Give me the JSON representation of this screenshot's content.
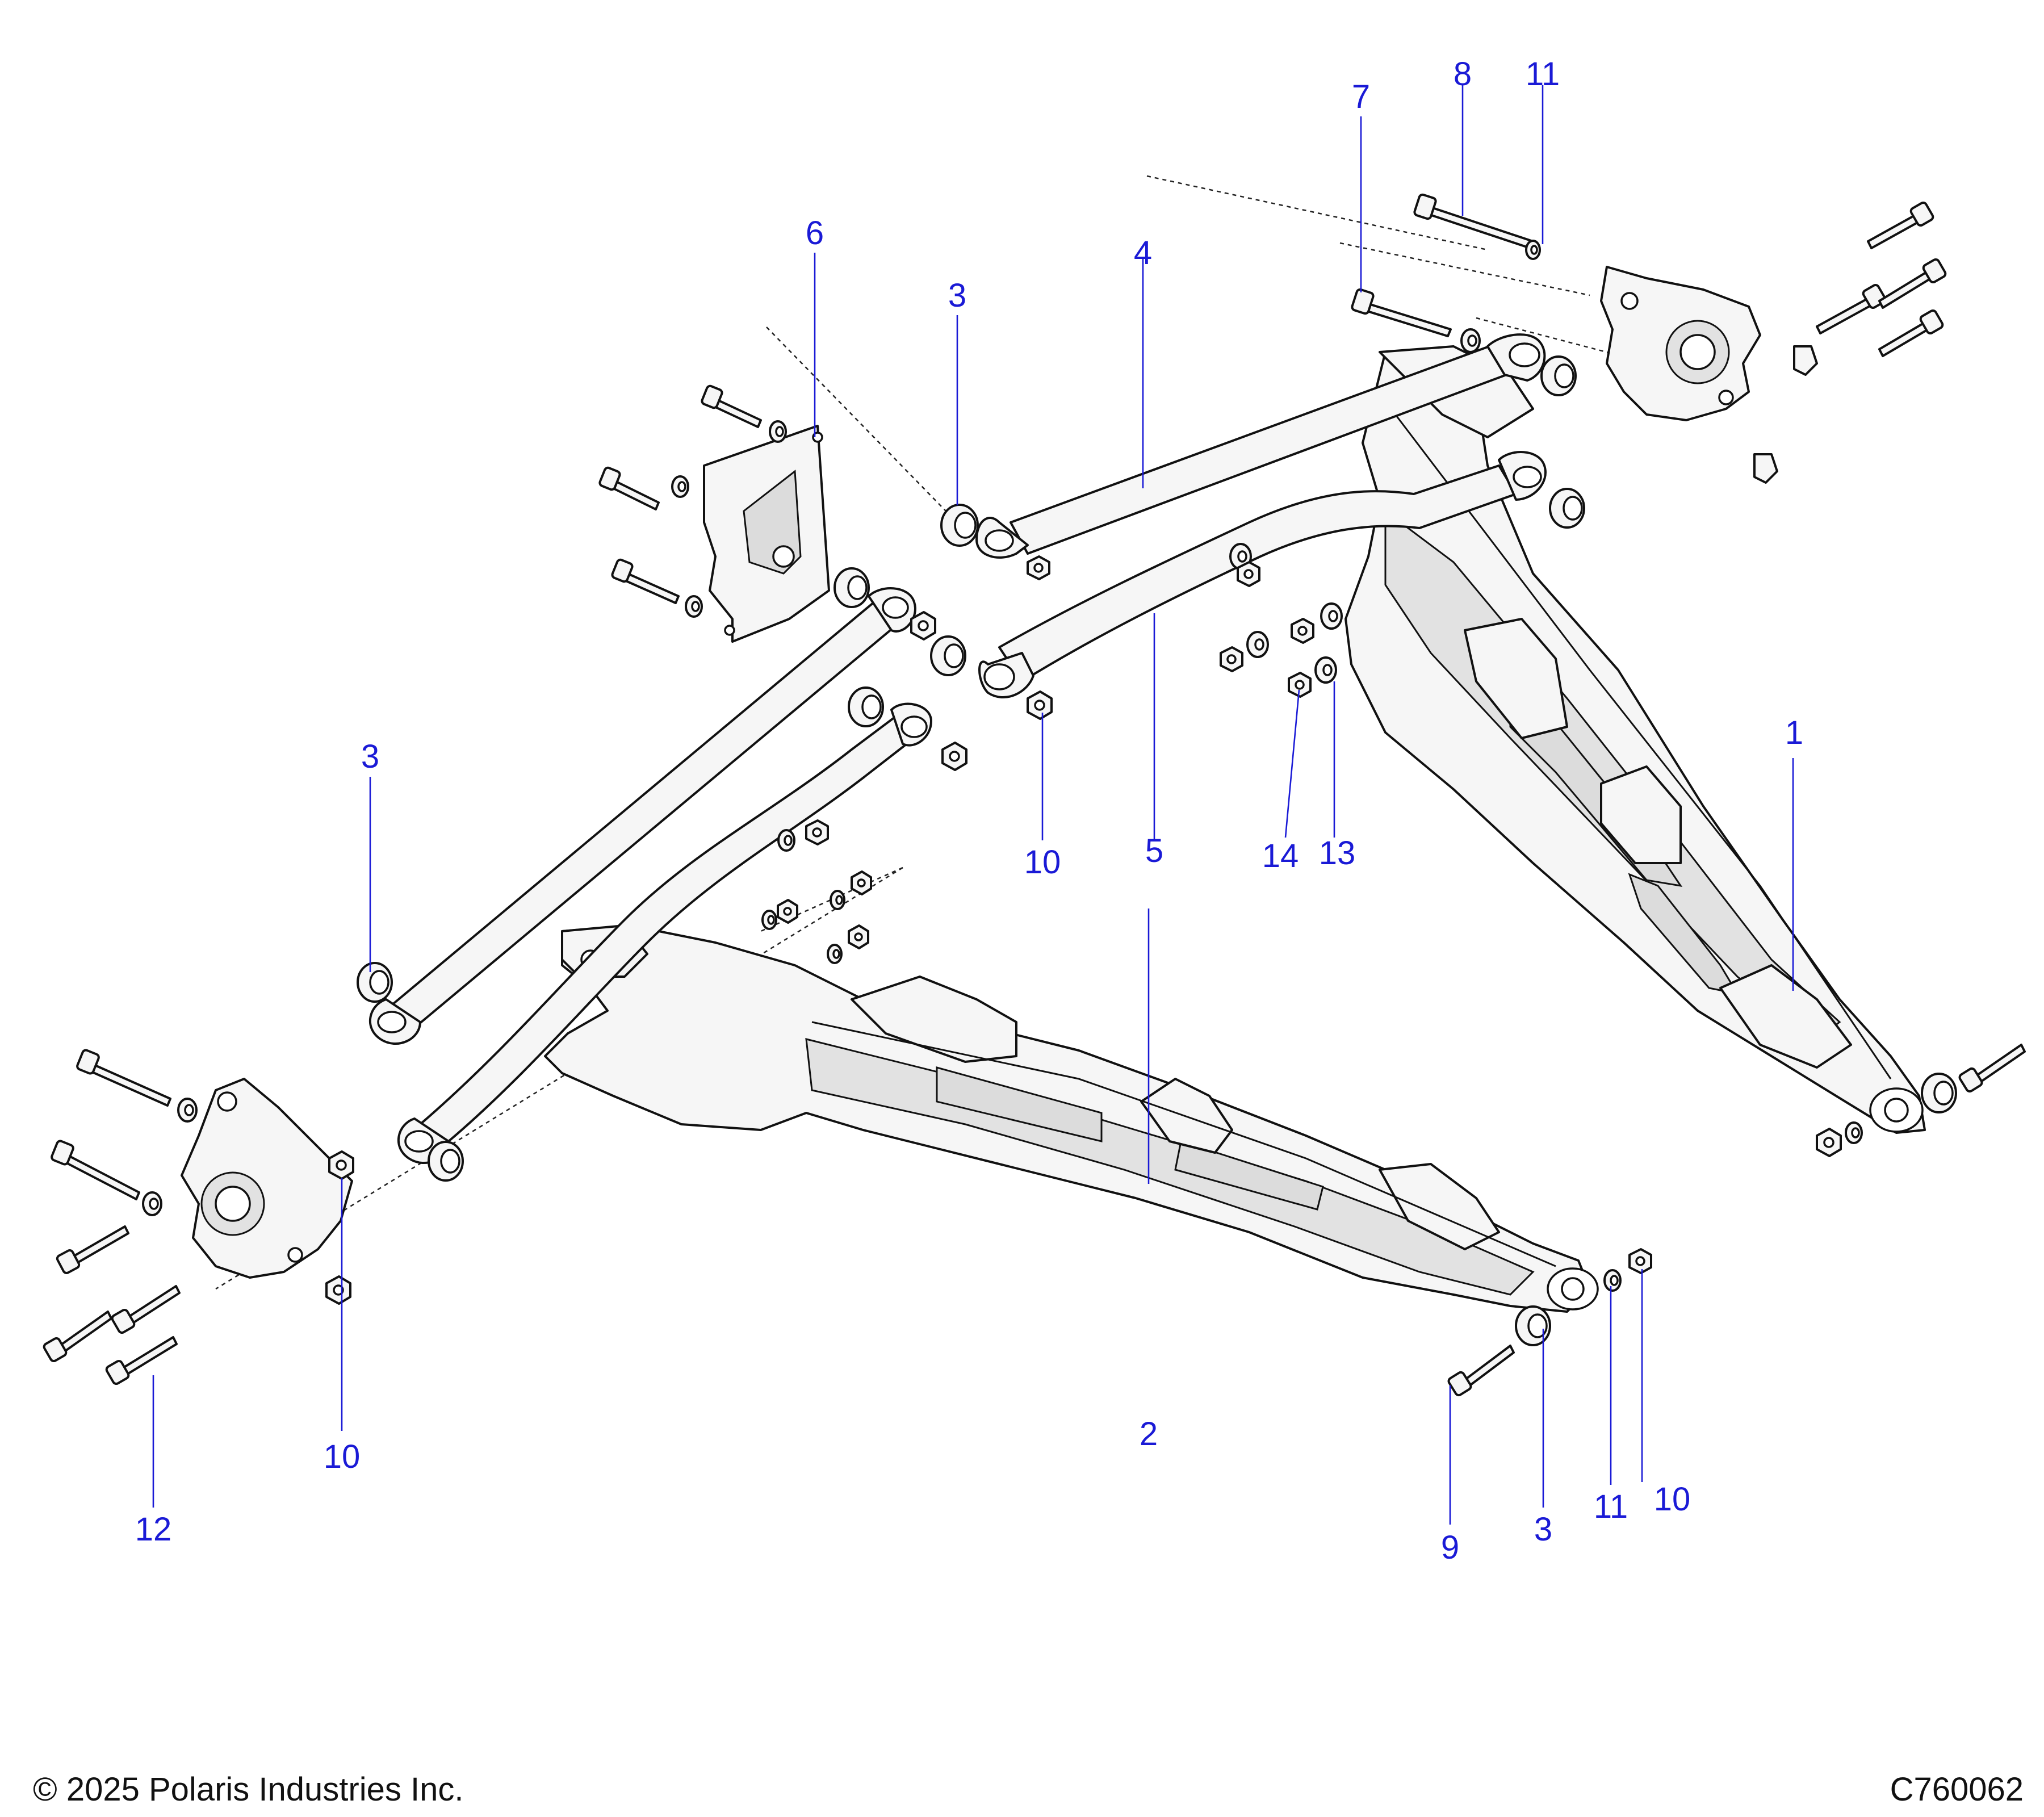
{
  "diagram": {
    "callouts": {
      "c1": "1",
      "c2": "2",
      "c3a": "3",
      "c3b": "3",
      "c3c": "3",
      "c4": "4",
      "c5": "5",
      "c6": "6",
      "c7": "7",
      "c8": "8",
      "c9": "9",
      "c10a": "10",
      "c10b": "10",
      "c10c": "10",
      "c11a": "11",
      "c11b": "11",
      "c12": "12",
      "c13": "13",
      "c14": "14"
    }
  },
  "footer": {
    "copyright": "© 2025 Polaris Industries Inc.",
    "drawing_id": "C760062"
  },
  "colors": {
    "callout": "#1a1ad6",
    "line": "#111111",
    "part_fill": "#f6f6f6"
  }
}
